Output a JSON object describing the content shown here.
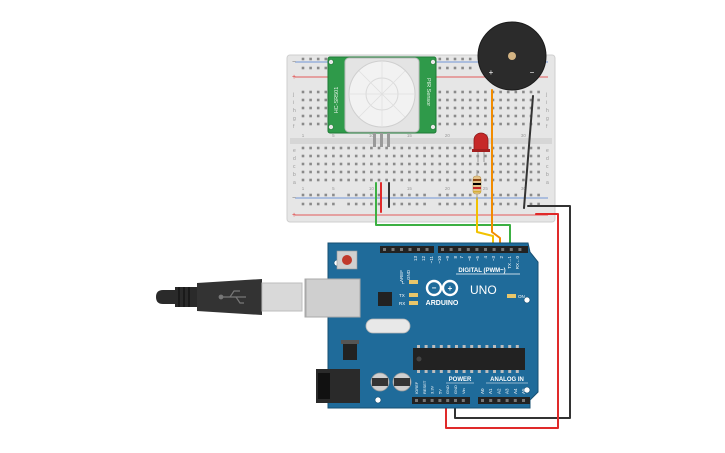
{
  "board": {
    "brand": "ARDUINO",
    "model": "UNO",
    "digital_header": "DIGITAL (PWM~)",
    "power_header": "POWER",
    "analog_header": "ANALOG IN",
    "on_label": "ON",
    "l_label": "L",
    "tx_label": "TX",
    "rx_label": "RX",
    "aref_label": "AREF",
    "gnd_label": "GND",
    "digital_pins": [
      "13",
      "12",
      "~11",
      "~10",
      "~9",
      "8",
      "7",
      "~6",
      "~5",
      "4",
      "~3",
      "2",
      "TX→1",
      "RX←0"
    ],
    "power_pins": [
      "IOREF",
      "RESET",
      "3.3V",
      "5V",
      "GND",
      "GND",
      "Vin"
    ],
    "analog_pins": [
      "A0",
      "A1",
      "A2",
      "A3",
      "A4",
      "A5"
    ]
  },
  "sensor": {
    "left_text": "HC-SR501",
    "right_text": "PIR Sensor"
  },
  "buzzer": {
    "plus_label": "+",
    "minus_label": "−"
  },
  "breadboard": {
    "row_letters": [
      "a",
      "b",
      "c",
      "d",
      "e",
      "f",
      "g",
      "h",
      "i",
      "j"
    ],
    "column_numbers": [
      "1",
      "5",
      "10",
      "15",
      "20",
      "25",
      "30"
    ]
  },
  "colors": {
    "board_blue": "#1f6b9a",
    "breadboard": "#e8e8e8",
    "pir_green": "#2f9a4a",
    "wire_red": "#e02a2a",
    "wire_black": "#333333",
    "wire_green": "#3cb043",
    "wire_yellow": "#f2c200",
    "wire_orange": "#f28c00"
  }
}
